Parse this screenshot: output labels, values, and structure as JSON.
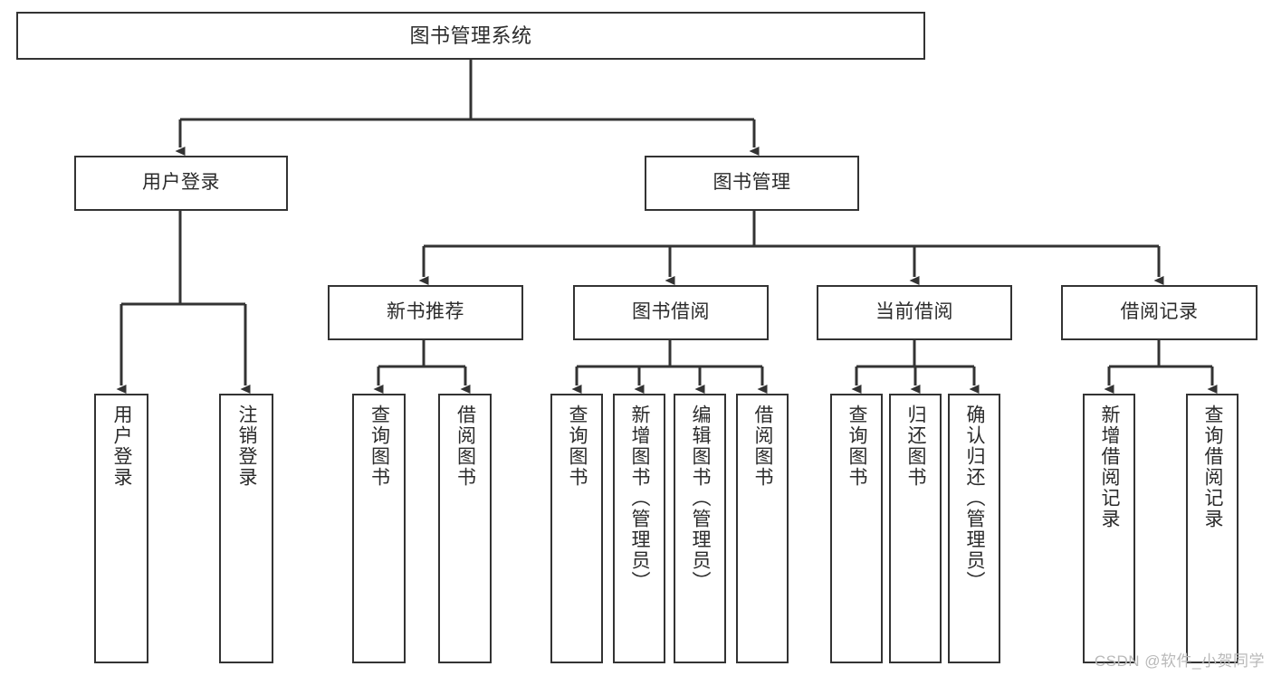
{
  "diagram": {
    "title": "图书管理系统",
    "type": "tree-hierarchy",
    "colors": {
      "box_border": "#333333",
      "box_fill": "#ffffff",
      "edge": "#333333",
      "text": "#2b2b2b",
      "watermark": "#b9b9b9",
      "background": "#ffffff"
    },
    "nodes": {
      "root": {
        "label": "图书管理系统",
        "level": 1
      },
      "user_login": {
        "label": "用户登录",
        "level": 2
      },
      "book_manage": {
        "label": "图书管理",
        "level": 2
      },
      "new_book_rec": {
        "label": "新书推荐",
        "level": 3
      },
      "book_borrow": {
        "label": "图书借阅",
        "level": 3
      },
      "current_borrow": {
        "label": "当前借阅",
        "level": 3
      },
      "borrow_record": {
        "label": "借阅记录",
        "level": 3
      },
      "leaf_user_login": {
        "label": "用户登录",
        "level": 3
      },
      "leaf_logout": {
        "label": "注销登录",
        "level": 3
      },
      "leaf_query_book_1": {
        "label": "查询图书",
        "level": 4
      },
      "leaf_borrow_book_1": {
        "label": "借阅图书",
        "level": 4
      },
      "leaf_query_book_2": {
        "label": "查询图书",
        "level": 4
      },
      "leaf_add_book": {
        "label": "新增图书（管理员）",
        "level": 4
      },
      "leaf_edit_book": {
        "label": "编辑图书（管理员）",
        "level": 4
      },
      "leaf_borrow_book_2": {
        "label": "借阅图书",
        "level": 4
      },
      "leaf_query_book_3": {
        "label": "查询图书",
        "level": 4
      },
      "leaf_return_book": {
        "label": "归还图书",
        "level": 4
      },
      "leaf_confirm_return": {
        "label": "确认归还（管理员）",
        "level": 4
      },
      "leaf_add_record": {
        "label": "新增借阅记录",
        "level": 4
      },
      "leaf_query_record": {
        "label": "查询借阅记录",
        "level": 4
      }
    },
    "edges": [
      {
        "from": "root",
        "to": "user_login"
      },
      {
        "from": "root",
        "to": "book_manage"
      },
      {
        "from": "user_login",
        "to": "leaf_user_login"
      },
      {
        "from": "user_login",
        "to": "leaf_logout"
      },
      {
        "from": "book_manage",
        "to": "new_book_rec"
      },
      {
        "from": "book_manage",
        "to": "book_borrow"
      },
      {
        "from": "book_manage",
        "to": "current_borrow"
      },
      {
        "from": "book_manage",
        "to": "borrow_record"
      },
      {
        "from": "new_book_rec",
        "to": "leaf_query_book_1"
      },
      {
        "from": "new_book_rec",
        "to": "leaf_borrow_book_1"
      },
      {
        "from": "book_borrow",
        "to": "leaf_query_book_2"
      },
      {
        "from": "book_borrow",
        "to": "leaf_add_book"
      },
      {
        "from": "book_borrow",
        "to": "leaf_edit_book"
      },
      {
        "from": "book_borrow",
        "to": "leaf_borrow_book_2"
      },
      {
        "from": "current_borrow",
        "to": "leaf_query_book_3"
      },
      {
        "from": "current_borrow",
        "to": "leaf_return_book"
      },
      {
        "from": "current_borrow",
        "to": "leaf_confirm_return"
      },
      {
        "from": "borrow_record",
        "to": "leaf_add_record"
      },
      {
        "from": "borrow_record",
        "to": "leaf_query_record"
      }
    ]
  },
  "watermark": {
    "text": "CSDN @软件_小贺同学"
  }
}
